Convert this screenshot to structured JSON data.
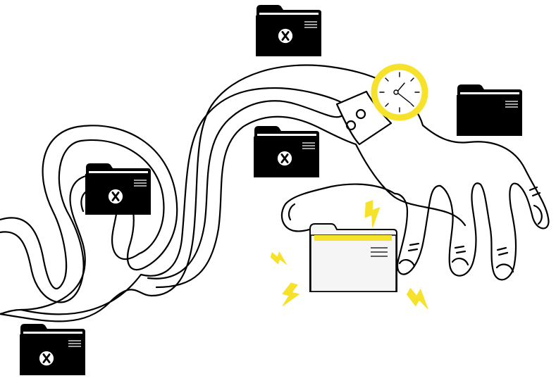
{
  "colors": {
    "background": "#ffffff",
    "ink": "#000000",
    "accent_yellow": "#f6e22a",
    "folder_light": "#f5f5f5"
  },
  "icons": {
    "dark_folder": "folder-icon",
    "blocked_mark": "x-mark-icon",
    "wristwatch": "watch-icon",
    "lightning": "lightning-bolt-icon"
  },
  "folders": {
    "dark_count": 5,
    "with_x_mark": 4,
    "light_held_count": 1
  }
}
